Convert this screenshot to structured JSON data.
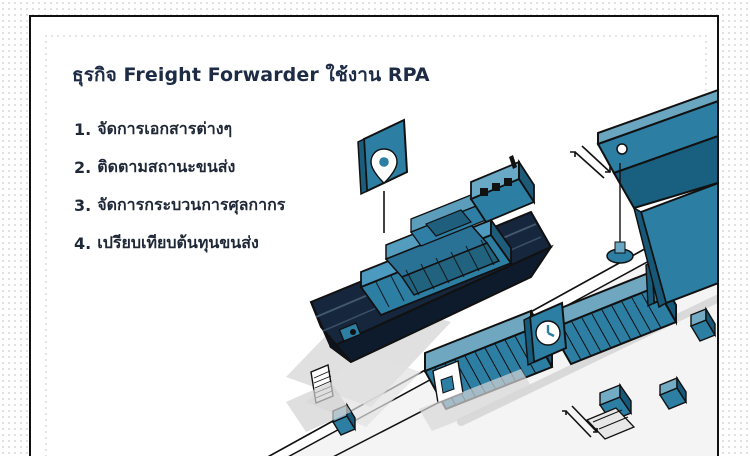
{
  "title": "ธุรกิจ Freight Forwarder ใช้งาน RPA",
  "steps": [
    {
      "num": "1.",
      "label": "จัดการเอกสารต่างๆ"
    },
    {
      "num": "2.",
      "label": "ติดตามสถานะขนส่ง"
    },
    {
      "num": "3.",
      "label": "จัดการกระบวนการศุลกากร"
    },
    {
      "num": "4.",
      "label": "เปรียบเทียบต้นทุนขนส่ง"
    }
  ],
  "colors": {
    "accent": "#2c7ea3",
    "accent_light": "#5ea6c4",
    "outline": "#111111",
    "dark_hull": "#14243a",
    "cargo_dark": "#1f3f5a"
  },
  "illustration": {
    "location_marker_icon": "map-pin-icon",
    "dollar_sign_icon": "dollar-icon",
    "clock_icon": "clock-icon"
  }
}
